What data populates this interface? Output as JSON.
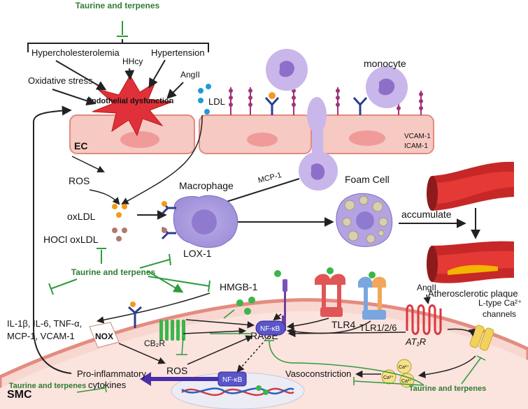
{
  "inhibitors": {
    "top": "Taurine and terpenes",
    "middle": "Taurine and terpenes",
    "bottom_left": "Taurine and terpenes",
    "bottom_right": "Taurine and terpenes"
  },
  "risk_factors": {
    "hypercholesterolemia": "Hypercholesterolemia",
    "hhcy": "HHcy",
    "hypertension": "Hypertension",
    "oxidative_stress": "Oxidative stress",
    "angII": "AngII"
  },
  "endothelium": {
    "dysfunction": "Endothelial dysfunction",
    "ec_label": "EC",
    "ldl": "LDL",
    "vcam": "VCAM-1",
    "icam": "ICAM-1",
    "monocyte": "monocyte",
    "mcp1": "MCP-1"
  },
  "middle": {
    "ros": "ROS",
    "oxldl": "oxLDL",
    "hocl_oxldl": "HOCl oxLDL",
    "macrophage": "Macrophage",
    "lox1": "LOX-1",
    "foam_cell": "Foam Cell",
    "accumulate": "accumulate",
    "plaque": "Atherosclerotic plaque",
    "hmgb1": "HMGB-1",
    "cytokines_list_1": "IL-1β, IL-6, TNF-α,",
    "cytokines_list_2": "MCP-1, VCAM-1"
  },
  "smc": {
    "label": "SMC",
    "nox": "NOX",
    "cb2r": "CB₂R",
    "rage": "RAGE",
    "tlr4": "TLR4",
    "tlr126": "TLR1/2/6",
    "angII": "AngII",
    "at1r": "AT₁R",
    "ltype_1": "L-type Ca²⁺",
    "ltype_2": "channels",
    "nfkb": "NF-κB",
    "nfkb_nucleus": "NF-κB",
    "ros": "ROS",
    "vasoconstriction": "Vasoconstriction",
    "pro_inflammatory_1": "Pro-inflammatory",
    "pro_inflammatory_2": "cytokines",
    "ca": "Ca²⁺"
  }
}
